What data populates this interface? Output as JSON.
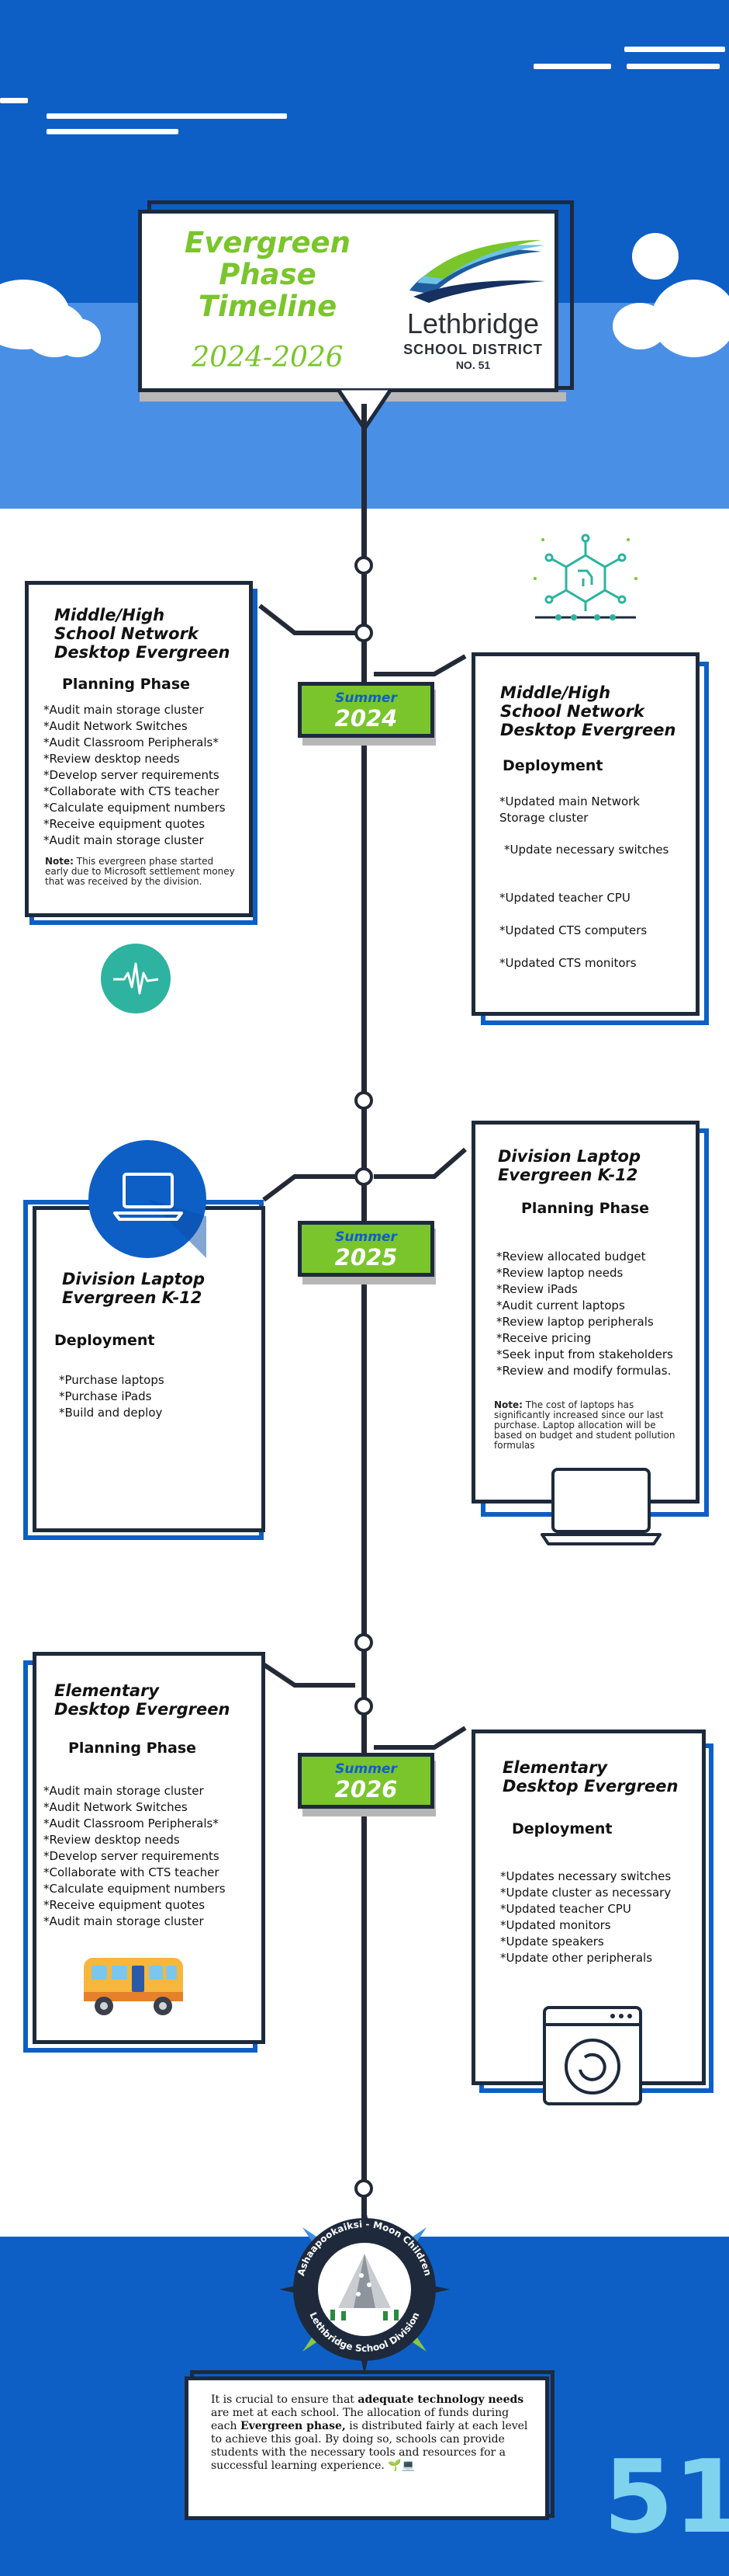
{
  "header": {
    "title_line1": "Evergreen",
    "title_line2": "Phase",
    "title_line3": "Timeline",
    "years": "2024-2026",
    "logo_line1": "Lethbridge",
    "logo_line2": "SCHOOL DISTRICT",
    "logo_line3": "NO. 51"
  },
  "seasons": [
    {
      "label": "Summer",
      "year": "2024"
    },
    {
      "label": "Summer",
      "year": "2025"
    },
    {
      "label": "Summer",
      "year": "2026"
    }
  ],
  "cards": {
    "c2024_left": {
      "title_l1": "Middle/High",
      "title_l2": "School Network",
      "title_l3": "Desktop Evergreen",
      "phase": "Planning Phase",
      "items": [
        "*Audit main storage cluster",
        "*Audit Network Switches",
        "*Audit Classroom Peripherals*",
        "*Review desktop needs",
        "*Develop server requirements",
        "*Collaborate with CTS teacher",
        "*Calculate equipment numbers",
        "*Receive equipment quotes",
        "*Audit main storage cluster"
      ],
      "note_label": "Note:",
      "note_text": " This evergreen phase started early due to Microsoft settlement money that was received by the division."
    },
    "c2024_right": {
      "title_l1": "Middle/High",
      "title_l2": "School Network",
      "title_l3": "Desktop Evergreen",
      "phase": "Deployment",
      "items": [
        "*Updated main Network Storage cluster",
        "*Update necessary switches",
        "*Updated teacher CPU",
        "*Updated CTS computers",
        "*Updated CTS monitors"
      ]
    },
    "c2025_right": {
      "title_l1": "Division Laptop",
      "title_l2": "Evergreen K-12",
      "phase": "Planning Phase",
      "items": [
        "*Review allocated budget",
        "*Review laptop needs",
        "*Review iPads",
        "*Audit current laptops",
        "*Review laptop peripherals",
        "*Receive pricing",
        "*Seek input from stakeholders",
        "*Review and modify formulas."
      ],
      "note_label": "Note:",
      "note_text": " The cost of laptops has significantly increased since our last purchase. Laptop allocation will be based on budget and student pollution formulas"
    },
    "c2025_left": {
      "title_l1": "Division Laptop",
      "title_l2": "Evergreen K-12",
      "phase": "Deployment",
      "items": [
        "*Purchase laptops",
        "*Purchase iPads",
        "*Build and deploy"
      ]
    },
    "c2026_left": {
      "title_l1": "Elementary",
      "title_l2": "Desktop Evergreen",
      "phase": "Planning Phase",
      "items": [
        "*Audit main storage cluster",
        "*Audit Network Switches",
        "*Audit Classroom Peripherals*",
        "*Review desktop needs",
        "*Develop server requirements",
        "*Collaborate with CTS teacher",
        "*Calculate equipment numbers",
        "*Receive equipment quotes",
        "*Audit main storage cluster"
      ]
    },
    "c2026_right": {
      "title_l1": "Elementary",
      "title_l2": "Desktop Evergreen",
      "phase": "Deployment",
      "items": [
        "*Updates necessary switches",
        "*Update cluster as necessary",
        "*Updated teacher CPU",
        "*Updated monitors",
        "*Update speakers",
        "*Update other peripherals"
      ]
    }
  },
  "seal": {
    "top_text": "Ashaapookaiksi - Moon Children",
    "bottom_text": "Lethbridge School Division"
  },
  "footer": {
    "p1": "It is crucial to ensure that ",
    "b1": "adequate technology needs",
    "p2": " are met at each school. The allocation of funds during each ",
    "b2": "Evergreen phase,",
    "p3": " is distributed fairly at each level to achieve this goal. By doing so, schools can provide students with the necessary tools and resources for a successful learning experience. 🌱💻"
  },
  "corner_number": "51",
  "colors": {
    "brand_blue": "#0d5fc6",
    "light_blue": "#4a8fe6",
    "green": "#7ac52b",
    "dark": "#1e2a3c"
  }
}
